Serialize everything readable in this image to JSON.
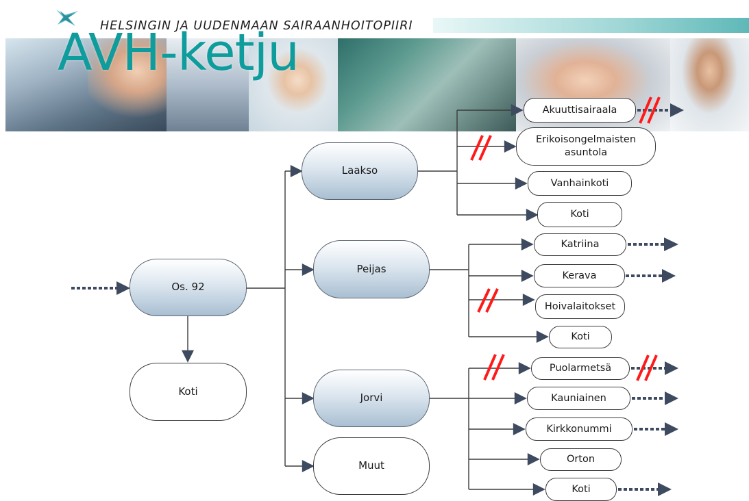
{
  "header": {
    "organization": "HELSINGIN JA UUDENMAAN SAIRAANHOITOPIIRI",
    "title": "AVH-ketju"
  },
  "colors": {
    "brand_teal": "#0f9c9c",
    "line": "#3b3b3b",
    "arrow": "#3d4a60",
    "hub_fill": "#a9bfd2",
    "break_mark": "#ff0000"
  },
  "nodes": {
    "os92": "Os. 92",
    "koti_main": "Koti",
    "laakso": "Laakso",
    "peijas": "Peijas",
    "jorvi": "Jorvi",
    "muut": "Muut",
    "akuuttisairaala": "Akuuttisairaala",
    "erikoisongelmaisten": "Erikoisongelmaisten asuntola",
    "vanhainkoti": "Vanhainkoti",
    "koti_laakso": "Koti",
    "katriina": "Katriina",
    "kerava": "Kerava",
    "hoivalaitokset": "Hoivalaitokset",
    "koti_peijas": "Koti",
    "puolarmetsa": "Puolarmetsä",
    "kauniainen": "Kauniainen",
    "kirkkonummi": "Kirkkonummi",
    "orton": "Orton",
    "koti_jorvi": "Koti"
  },
  "icons": {
    "logo": "hus-cross-logo",
    "break": "double-slash-break-icon",
    "continue": "dotted-arrow-icon"
  }
}
